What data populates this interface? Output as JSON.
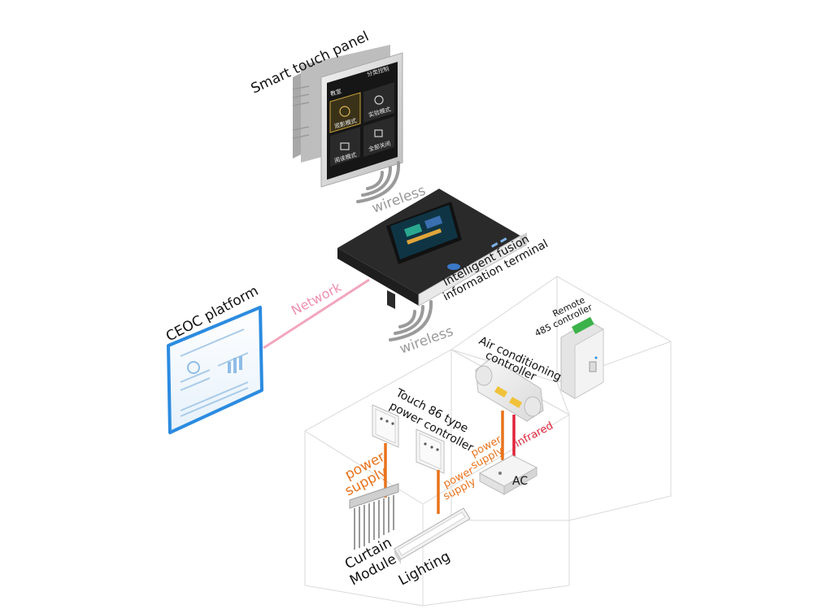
{
  "diagram": {
    "labels": {
      "smart_touch_panel": "Smart touch panel",
      "wireless_top": "wireless",
      "wireless_bottom": "wireless",
      "terminal_line1": "Intelligent fusion",
      "terminal_line2": "information terminal",
      "network": "Network",
      "ceoc_platform": "CEOC platform",
      "remote_line1": "Remote",
      "remote_line2": "485 controller",
      "ac_ctrl_line1": "Air conditioning",
      "ac_ctrl_line2": "controller",
      "touch86_line1": "Touch 86 type",
      "touch86_line2": "power controller",
      "power_supply_left_1": "power",
      "power_supply_left_2": "supply",
      "power_supply_mid_1": "power",
      "power_supply_mid_2": "supply",
      "power_supply_ac_1": "power",
      "power_supply_ac_2": "supply",
      "infrared": "infrared",
      "ac": "AC",
      "curtain_line1": "Curtain",
      "curtain_line2": "Module",
      "lighting": "Lighting"
    },
    "panel_tiles": {
      "tile1": "观影模式",
      "tile2": "实验模式",
      "tile3": "阅读模式",
      "tile4": "全部关闭",
      "header_left": "教室",
      "header_right": "分类控制"
    },
    "colors": {
      "orange_line": "#e8731c",
      "red_line": "#e0243a",
      "network_line": "#f2a6bd",
      "wireless_arc": "#9a9a9a",
      "platform_border": "#2b8be0",
      "box_line": "#d8d8d8"
    }
  }
}
